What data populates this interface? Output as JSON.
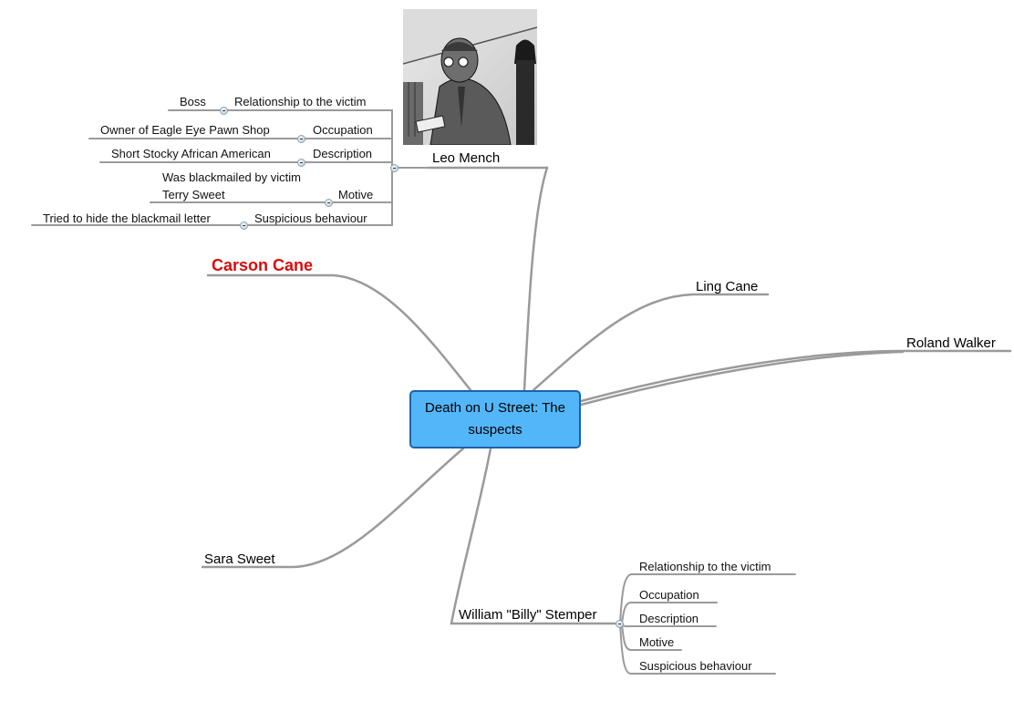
{
  "central_topic": {
    "label": "Death on U Street: The suspects",
    "fill": "#53b6f8",
    "border": "#1d63a8"
  },
  "suspects": [
    {
      "name": "Leo Mench",
      "has_image": true,
      "image_alt": "comic-style illustration of a man in glasses and suit, woman in background",
      "details": [
        {
          "label": "Relationship to the victim",
          "value": "Boss"
        },
        {
          "label": "Occupation",
          "value": "Owner of Eagle Eye Pawn Shop"
        },
        {
          "label": "Description",
          "value": "Short Stocky African American"
        },
        {
          "label": "Motive",
          "value_line1": "Was blackmailed by victim",
          "value_line2": "Terry Sweet"
        },
        {
          "label": "Suspicious behaviour",
          "value": "Tried to hide the blackmail letter"
        }
      ]
    },
    {
      "name": "Carson Cane",
      "highlight_color": "#d60d0d"
    },
    {
      "name": "Ling Cane"
    },
    {
      "name": "Roland Walker"
    },
    {
      "name": "Sara Sweet"
    },
    {
      "name": "William \"Billy\" Stemper",
      "details": [
        {
          "label": "Relationship to the victim"
        },
        {
          "label": "Occupation"
        },
        {
          "label": "Description"
        },
        {
          "label": "Motive"
        },
        {
          "label": "Suspicious behaviour"
        }
      ]
    }
  ],
  "line_color": "#9a9a9a"
}
